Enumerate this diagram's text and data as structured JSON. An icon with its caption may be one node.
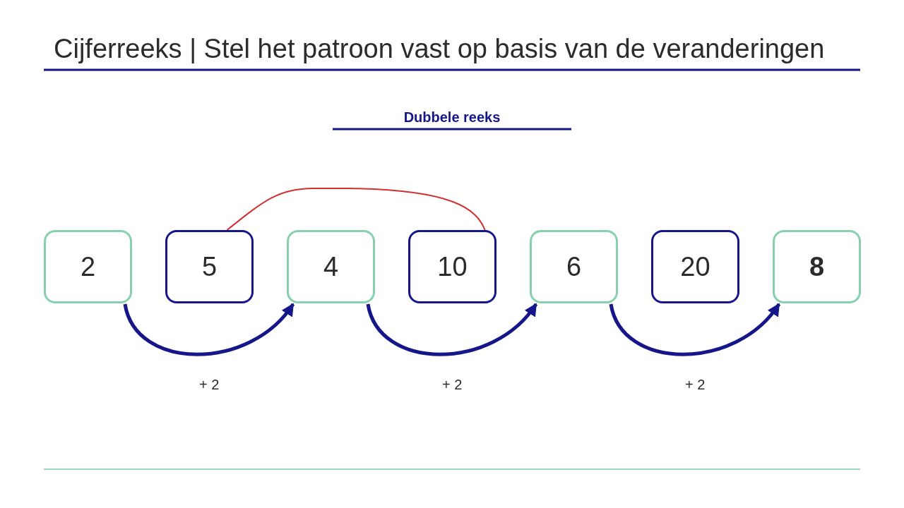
{
  "diagram": {
    "title": "Cijferreeks | Stel het patroon vast op basis van de veranderingen",
    "nodes": [
      {
        "text": [
          "2"
        ]
      },
      {
        "text": [
          "5"
        ]
      },
      {
        "text": [
          "4"
        ]
      },
      {
        "text": [
          "10"
        ]
      },
      {
        "text": [
          "6"
        ]
      },
      {
        "text": [
          "20"
        ]
      },
      {
        "text": [
          "8"
        ]
      }
    ],
    "edges": [
      {
        "from": 1,
        "to": 3,
        "arrow": "none",
        "color": "#d0302f"
      },
      {
        "from": 0,
        "to": 2,
        "arrow": "to",
        "label": "+ 2"
      },
      {
        "from": 2,
        "to": 4,
        "arrow": "to",
        "label": "+ 2"
      },
      {
        "from": 4,
        "to": 6,
        "arrow": "to",
        "label": "+ 2"
      }
    ],
    "labels": [
      "Dubbele reeks"
    ]
  }
}
